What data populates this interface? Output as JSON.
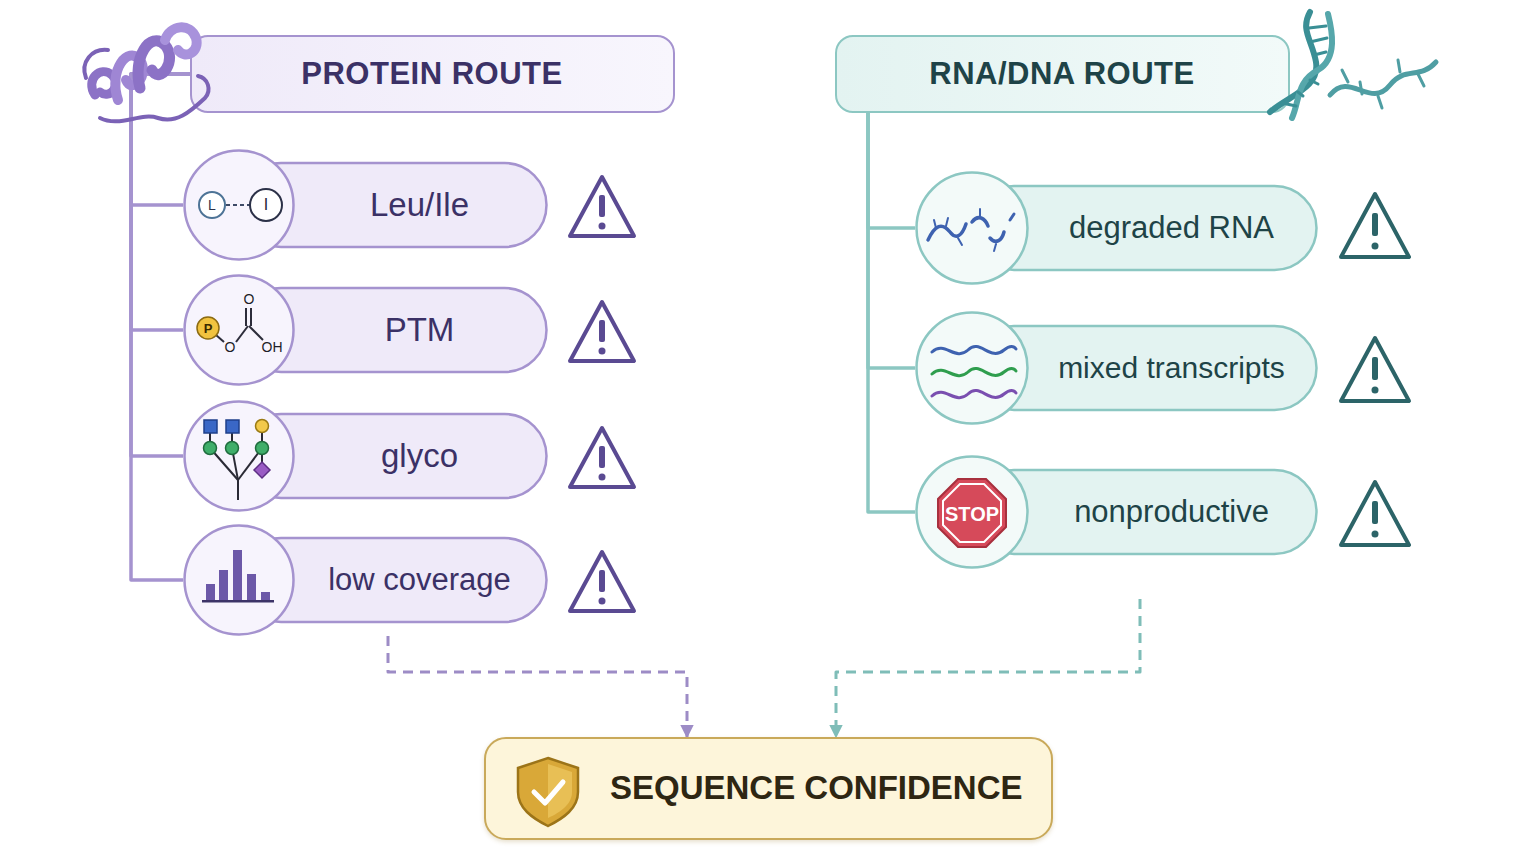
{
  "diagram": {
    "nodes": [
      {
        "text": [
          "PROTEIN ROUTE"
        ]
      },
      {
        "text": [
          "Leu/Ile"
        ]
      },
      {
        "text": [
          "PTM"
        ]
      },
      {
        "text": [
          "glyco"
        ]
      },
      {
        "text": [
          "low coverage"
        ]
      },
      {
        "text": [
          "RNA/DNA ROUTE"
        ]
      },
      {
        "text": [
          "degraded RNA"
        ]
      },
      {
        "text": [
          "mixed transcripts"
        ]
      },
      {
        "text": [
          "nonproductive"
        ]
      },
      {
        "text": [
          "SEQUENCE CONFIDENCE"
        ]
      }
    ],
    "edges": [
      {
        "from": 0,
        "to": 1,
        "arrow": "none"
      },
      {
        "from": 0,
        "to": 2,
        "arrow": "none"
      },
      {
        "from": 0,
        "to": 3,
        "arrow": "none"
      },
      {
        "from": 0,
        "to": 4,
        "arrow": "none"
      },
      {
        "from": 5,
        "to": 6,
        "arrow": "none"
      },
      {
        "from": 5,
        "to": 7,
        "arrow": "none"
      },
      {
        "from": 5,
        "to": 8,
        "arrow": "none"
      },
      {
        "from": 4,
        "to": 9,
        "arrow": "to"
      },
      {
        "from": 8,
        "to": 9,
        "arrow": "to"
      }
    ],
    "labels": [
      "L",
      "I",
      "P",
      "O",
      "O",
      "OH",
      "STOP"
    ]
  }
}
